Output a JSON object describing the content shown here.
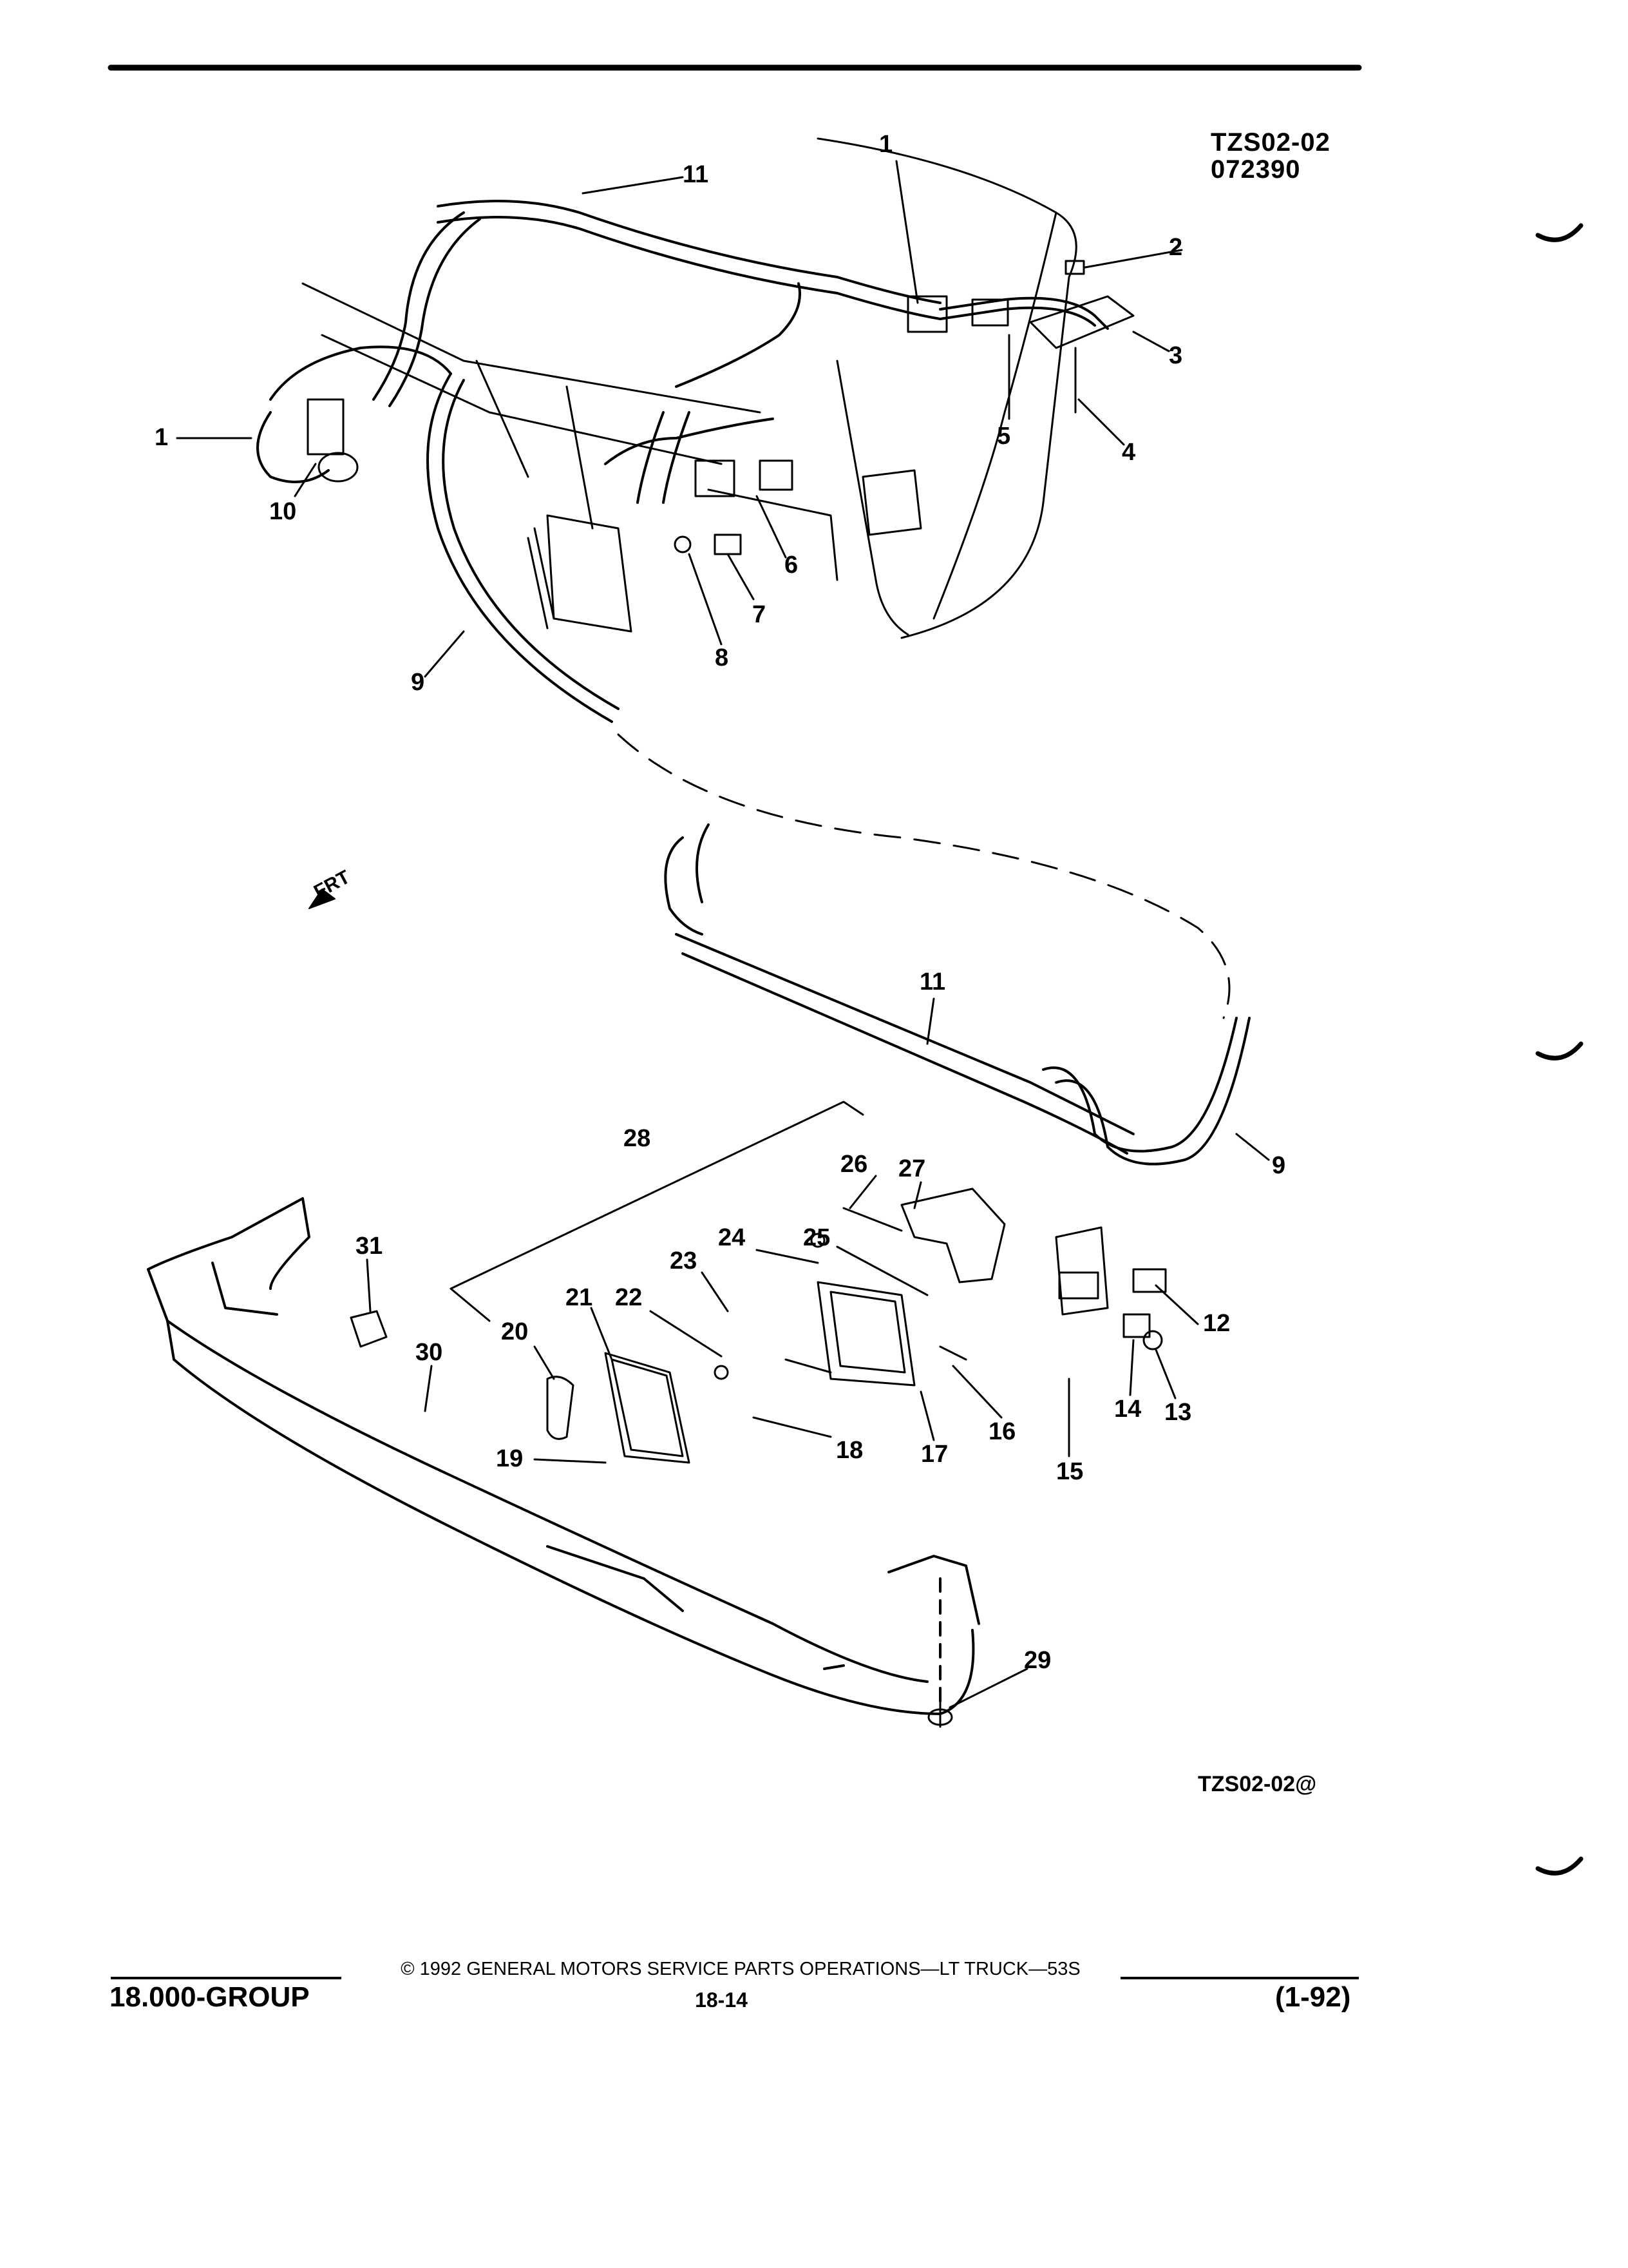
{
  "header": {
    "figure_id": "TZS02-02",
    "date_code": "072390"
  },
  "figure_code": "TZS02-02@",
  "direction_label": "FRT",
  "footer": {
    "copyright": "© 1992 GENERAL MOTORS SERVICE PARTS OPERATIONS—LT TRUCK—53S",
    "group": "18.000-GROUP",
    "page": "18-14",
    "revision": "(1-92)"
  },
  "callouts": [
    {
      "id": "c1a",
      "label": "1"
    },
    {
      "id": "c1b",
      "label": "1"
    },
    {
      "id": "c2",
      "label": "2"
    },
    {
      "id": "c3",
      "label": "3"
    },
    {
      "id": "c4",
      "label": "4"
    },
    {
      "id": "c5",
      "label": "5"
    },
    {
      "id": "c6",
      "label": "6"
    },
    {
      "id": "c7",
      "label": "7"
    },
    {
      "id": "c8",
      "label": "8"
    },
    {
      "id": "c9a",
      "label": "9"
    },
    {
      "id": "c9b",
      "label": "9"
    },
    {
      "id": "c10",
      "label": "10"
    },
    {
      "id": "c11a",
      "label": "11"
    },
    {
      "id": "c11b",
      "label": "11"
    },
    {
      "id": "c12",
      "label": "12"
    },
    {
      "id": "c13",
      "label": "13"
    },
    {
      "id": "c14",
      "label": "14"
    },
    {
      "id": "c15",
      "label": "15"
    },
    {
      "id": "c16",
      "label": "16"
    },
    {
      "id": "c17",
      "label": "17"
    },
    {
      "id": "c18",
      "label": "18"
    },
    {
      "id": "c19",
      "label": "19"
    },
    {
      "id": "c20",
      "label": "20"
    },
    {
      "id": "c21",
      "label": "21"
    },
    {
      "id": "c22",
      "label": "22"
    },
    {
      "id": "c23",
      "label": "23"
    },
    {
      "id": "c24",
      "label": "24"
    },
    {
      "id": "c25",
      "label": "25"
    },
    {
      "id": "c26",
      "label": "26"
    },
    {
      "id": "c27",
      "label": "27"
    },
    {
      "id": "c28",
      "label": "28"
    },
    {
      "id": "c29",
      "label": "29"
    },
    {
      "id": "c30",
      "label": "30"
    },
    {
      "id": "c31",
      "label": "31"
    }
  ]
}
